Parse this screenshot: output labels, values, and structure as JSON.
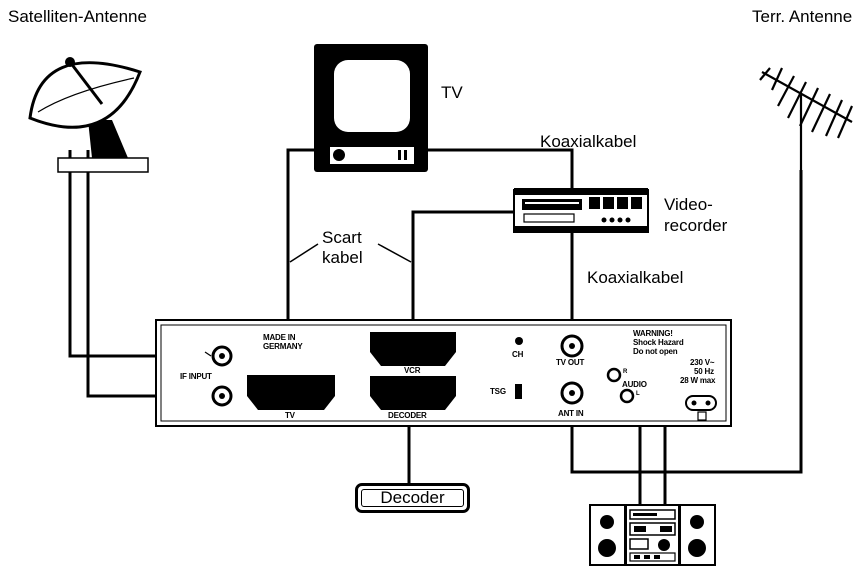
{
  "labels": {
    "satellite_antenna": "Satelliten-Antenne",
    "terrestrial_antenna": "Terr. Antenne",
    "tv": "TV",
    "coax_cable_top": "Koaxialkabel",
    "coax_cable_mid": "Koaxialkabel",
    "vcr_line1": "Video-",
    "vcr_line2": "recorder",
    "scart_line1": "Scart",
    "scart_line2": "kabel",
    "decoder_box": "Decoder"
  },
  "panel": {
    "made_in_line1": "MADE IN",
    "made_in_line2": "GERMANY",
    "if_input": "IF INPUT",
    "tv_port": "TV",
    "vcr_port": "VCR",
    "decoder_port": "DECODER",
    "ch": "CH",
    "tsg": "TSG",
    "tv_out": "TV OUT",
    "ant_in": "ANT IN",
    "warning_line1": "WARNING!",
    "warning_line2": "Shock Hazard",
    "warning_line3": "Do not open",
    "power_line1": "230 V~",
    "power_line2": "50 Hz",
    "power_line3": "28 W max",
    "audio": "AUDIO",
    "audio_r": "R",
    "audio_l": "L"
  }
}
